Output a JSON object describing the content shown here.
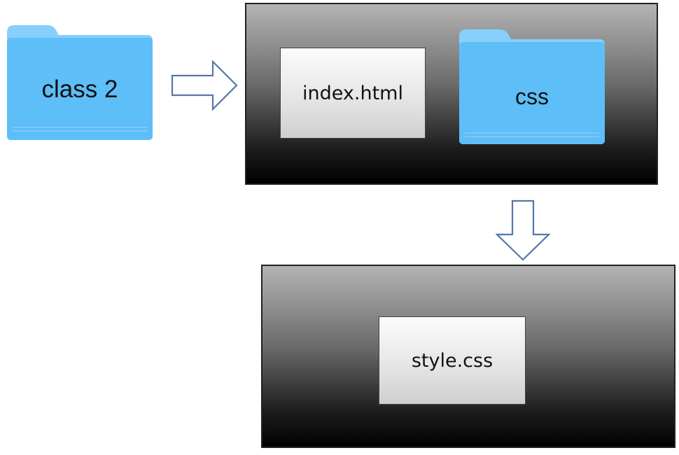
{
  "diagram": {
    "root_folder": {
      "label": "class 2",
      "icon": "folder-icon",
      "color": "#5dbef8"
    },
    "top_panel": {
      "items": [
        {
          "kind": "file",
          "label": "index.html"
        },
        {
          "kind": "folder",
          "label": "css",
          "icon": "folder-icon",
          "color": "#5dbef8"
        }
      ]
    },
    "bottom_panel": {
      "items": [
        {
          "kind": "file",
          "label": "style.css"
        }
      ]
    },
    "connectors": [
      {
        "from": "class 2",
        "to": "top_panel",
        "icon": "arrow-right-icon"
      },
      {
        "from": "css",
        "to": "bottom_panel",
        "icon": "arrow-down-icon"
      }
    ]
  }
}
